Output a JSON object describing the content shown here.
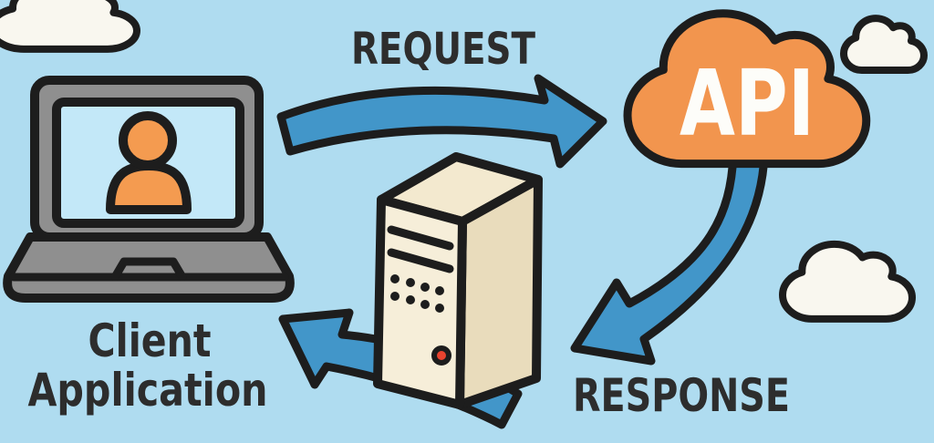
{
  "labels": {
    "request": "REQUEST",
    "response": "RESPONSE",
    "api": "API",
    "client_line1": "Client",
    "client_line2": "Application"
  },
  "diagram": {
    "type": "flow",
    "nodes": [
      {
        "id": "client-application",
        "label": "Client Application",
        "icon": "laptop-user-icon"
      },
      {
        "id": "api",
        "label": "API",
        "icon": "api-cloud-icon"
      },
      {
        "id": "server",
        "label": "",
        "icon": "server-tower-icon"
      }
    ],
    "edges": [
      {
        "from": "client-application",
        "to": "api",
        "label": "REQUEST",
        "style": "curved-band-arrow"
      },
      {
        "from": "api",
        "to": "server",
        "label": "RESPONSE",
        "style": "curved-band-arrow"
      },
      {
        "from": "server",
        "to": "client-application",
        "label": "",
        "style": "curved-band-arrow"
      }
    ],
    "decorations": [
      "cloud-top-left",
      "cloud-top-right",
      "cloud-right-middle"
    ]
  },
  "colors": {
    "background": "#afdcf0",
    "outline": "#1d1d1d",
    "arrow_blue": "#4296c9",
    "cloud_orange": "#f2954e",
    "person_orange": "#f49b50",
    "laptop_gray": "#8f8f8f",
    "screen_blue": "#c3e8f8",
    "server_front": "#f6eed9",
    "server_side": "#e9dcbc",
    "server_top": "#f3e9cf",
    "cloud_white": "#f9f7ef",
    "label_text": "#2d2d2d",
    "led_red": "#e8432f",
    "api_text": "#fdfdf9"
  }
}
